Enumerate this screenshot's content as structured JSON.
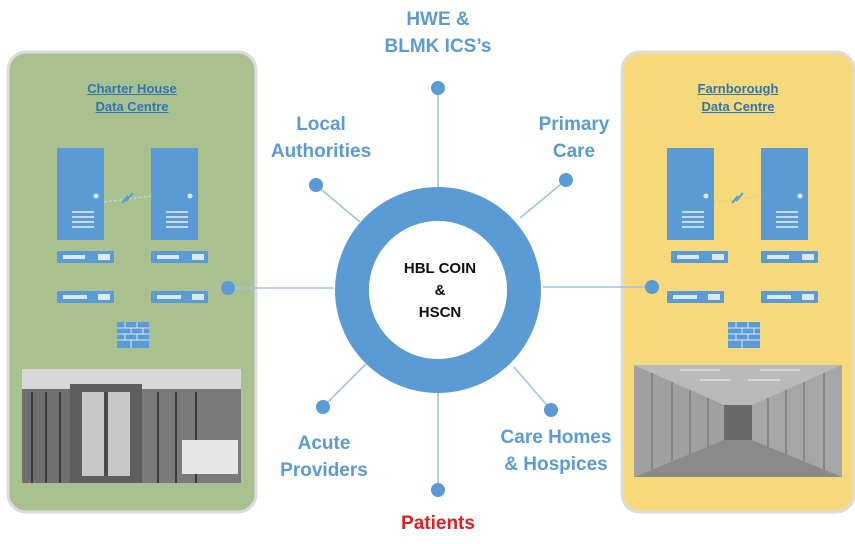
{
  "hub": {
    "line1": "HBL  COIN",
    "line2": "&",
    "line3": "HSCN"
  },
  "nodes": {
    "top": {
      "line1": "HWE &",
      "line2": "BLMK ICS’s"
    },
    "local_authorities": {
      "line1": "Local",
      "line2": "Authorities"
    },
    "primary_care": {
      "line1": "Primary",
      "line2": "Care"
    },
    "acute_providers": {
      "line1": "Acute",
      "line2": "Providers"
    },
    "care_homes": {
      "line1": "Care Homes",
      "line2": "& Hospices"
    },
    "patients": {
      "label": "Patients"
    }
  },
  "data_centres": {
    "left": {
      "line1": "Charter House",
      "line2": "Data Centre"
    },
    "right": {
      "line1": "Farnborough",
      "line2": "Data Centre"
    }
  },
  "colors": {
    "accent_blue": "#5b9bd5",
    "left_panel": "#a9c18f",
    "right_panel": "#f5d97a",
    "patients_red": "#e02020"
  },
  "icons": [
    "server-icon",
    "network-switch-icon",
    "firewall-icon",
    "lightning-link-icon",
    "server-room-photo"
  ]
}
